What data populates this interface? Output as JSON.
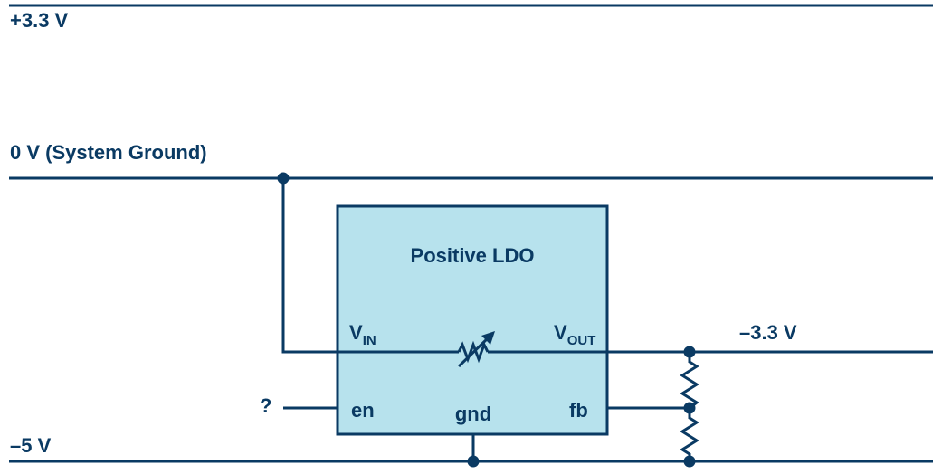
{
  "rails": {
    "pos33": {
      "label": "+3.3 V"
    },
    "ground": {
      "label": "0 V (System Ground)"
    },
    "neg5": {
      "label": "–5 V"
    },
    "neg33_output": {
      "label": "–3.3 V"
    }
  },
  "ldo": {
    "title": "Positive LDO",
    "pins": {
      "vin_main": "V",
      "vin_sub": "IN",
      "vout_main": "V",
      "vout_sub": "OUT",
      "en": "en",
      "gnd": "gnd",
      "fb": "fb"
    }
  },
  "enable_source": {
    "label": "?"
  },
  "colors": {
    "ink": "#0a3a63",
    "box_fill": "#b7e2ed",
    "background": "#ffffff"
  }
}
